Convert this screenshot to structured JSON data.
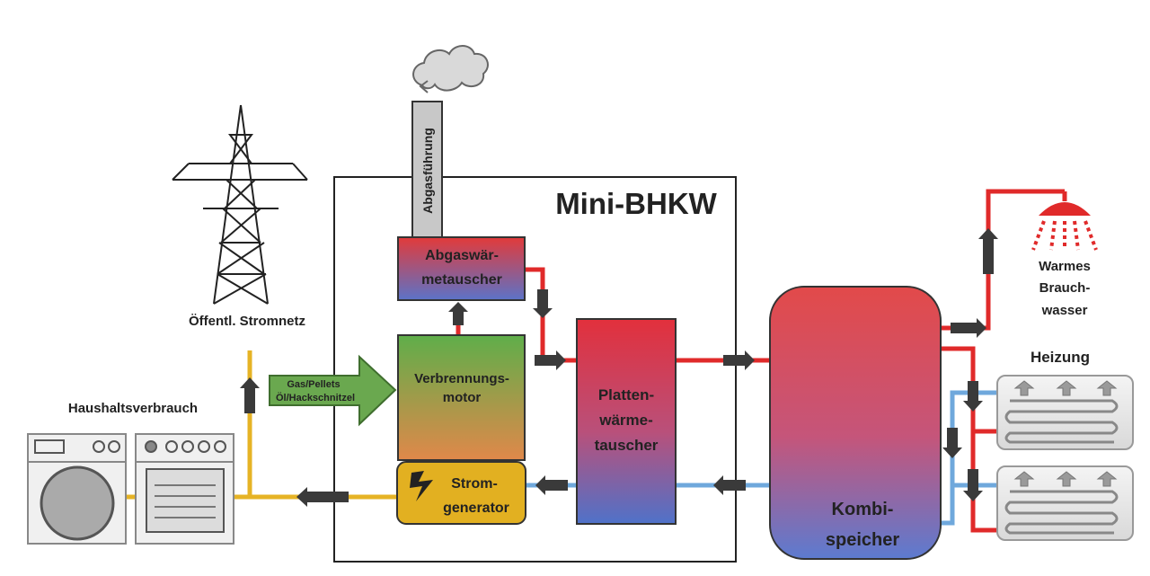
{
  "title": "Mini-BHKW",
  "labels": {
    "grid": "Öffentl. Stromnetz",
    "household": "Haushaltsverbrauch",
    "fuel_line1": "Gas/Pellets",
    "fuel_line2": "Öl/Hackschnitzel",
    "chimney": "Abgasführung",
    "exhaust_hx_line1": "Abgaswär-",
    "exhaust_hx_line2": "metauscher",
    "engine_line1": "Verbrennungs-",
    "engine_line2": "motor",
    "generator_line1": "Strom-",
    "generator_line2": "generator",
    "plate_hx_line1": "Platten-",
    "plate_hx_line2": "wärme-",
    "plate_hx_line3": "tauscher",
    "storage_line1": "Kombi-",
    "storage_line2": "speicher",
    "hot_water_line1": "Warmes",
    "hot_water_line2": "Brauch-",
    "hot_water_line3": "wasser",
    "heating": "Heizung"
  },
  "colors": {
    "hot": "#e02a2a",
    "cold": "#6fa8dc",
    "power": "#e6b325",
    "arrow": "#3a3a3a",
    "fuel_arrow": "#6aa84f",
    "generator": "#e2b021"
  }
}
